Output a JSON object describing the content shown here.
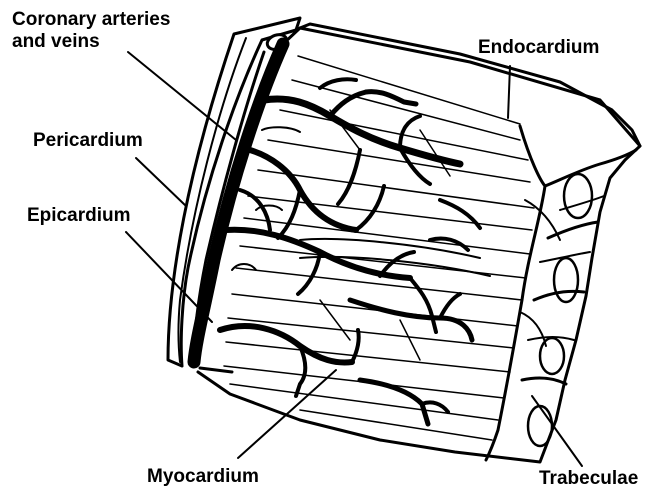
{
  "labels": {
    "coronary_line1": "Coronary arteries",
    "coronary_line2": "and veins",
    "pericardium": "Pericardium",
    "epicardium": "Epicardium",
    "endocardium": "Endocardium",
    "myocardium": "Myocardium",
    "trabeculae": "Trabeculae"
  },
  "colors": {
    "ink": "#000000",
    "paper": "#ffffff"
  }
}
